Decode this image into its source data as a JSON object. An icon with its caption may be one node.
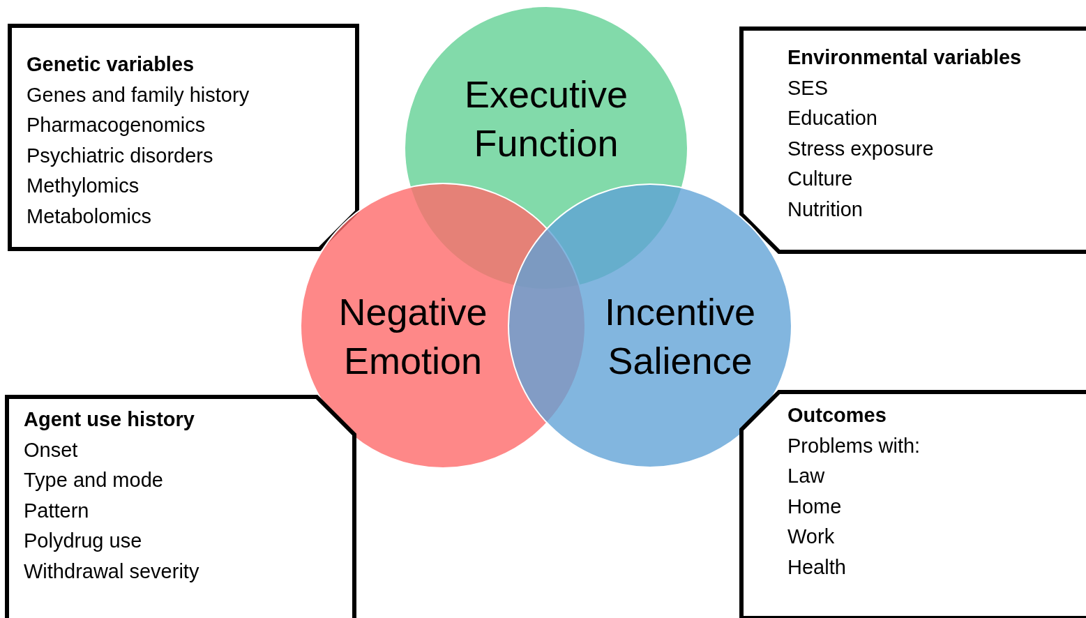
{
  "diagram": {
    "nodes": [
      {
        "text": [
          "Genetic variables",
          "Genes and family history",
          "Pharmacogenomics",
          "Psychiatric disorders",
          "Methylomics",
          "Metabolomics"
        ]
      },
      {
        "text": [
          "Environmental variables",
          "SES",
          "Education",
          "Stress exposure",
          "Culture",
          "Nutrition"
        ]
      },
      {
        "text": [
          "Executive Function"
        ]
      },
      {
        "text": [
          "Negative Emotion"
        ]
      },
      {
        "text": [
          "Incentive Salience"
        ]
      },
      {
        "text": [
          "Agent use history",
          "Onset",
          "Type and mode",
          "Pattern",
          "Polydrug use",
          "Withdrawal severity"
        ]
      },
      {
        "text": [
          "Outcomes",
          "Problems with:",
          "Law",
          "Home",
          "Work",
          "Health"
        ]
      }
    ]
  }
}
